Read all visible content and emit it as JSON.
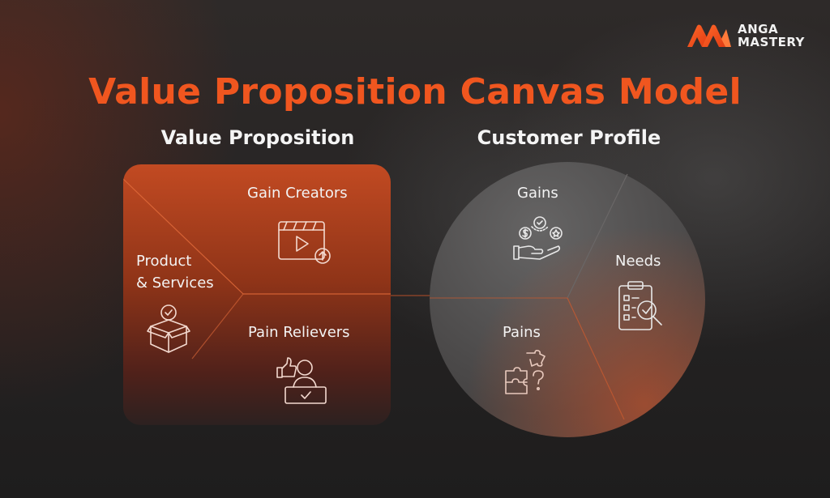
{
  "brand": {
    "line1": "ANGA",
    "line2": "MASTERY",
    "accent": "#f0561f"
  },
  "title": "Value Proposition Canvas Model",
  "value_proposition": {
    "heading": "Value Proposition",
    "gain_creators": "Gain Creators",
    "product_services_line1": "Product",
    "product_services_line2": "& Services",
    "pain_relievers": "Pain Relievers",
    "icons": [
      "video-play-icon",
      "product-box-icon",
      "thumbs-up-person-icon"
    ]
  },
  "customer_profile": {
    "heading": "Customer Profile",
    "gains": "Gains",
    "needs": "Needs",
    "pains": "Pains",
    "icons": [
      "hand-coins-icon",
      "checklist-search-icon",
      "puzzle-question-icon"
    ]
  },
  "colors": {
    "title": "#f0561f",
    "box_top": "#c24a22",
    "text": "#f3f3f3"
  }
}
